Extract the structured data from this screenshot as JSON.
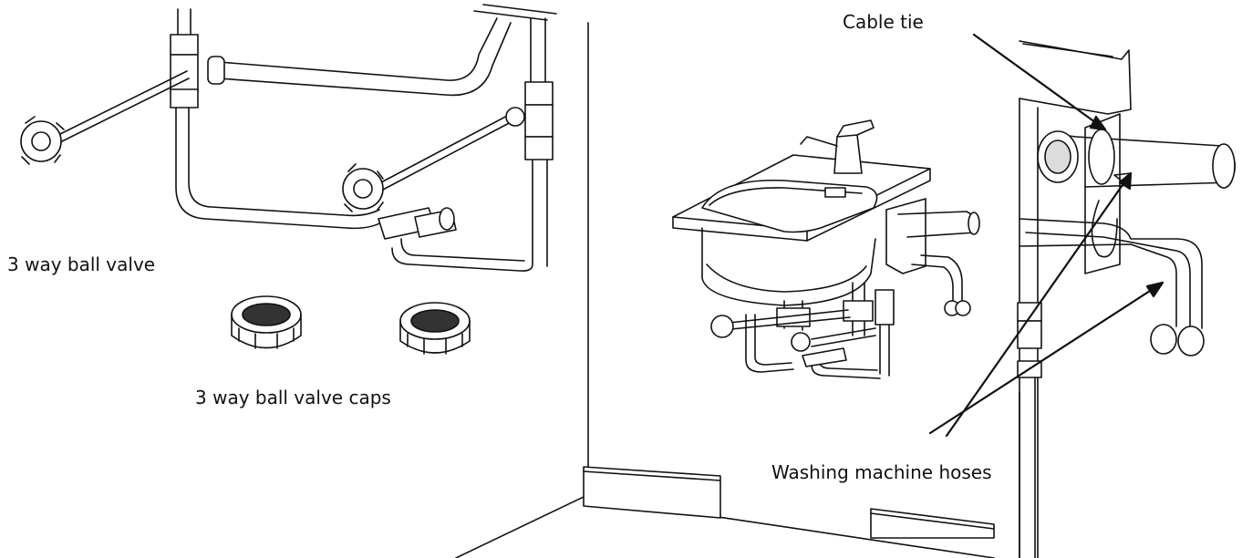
{
  "labels": {
    "three_way_ball_valve": "3 way ball valve",
    "three_way_ball_valve_caps": "3 way ball valve caps",
    "cable_tie": "Cable tie",
    "washing_machine_hoses": "Washing machine hoses"
  },
  "colors": {
    "ink": "#111111",
    "fill": "#ffffff",
    "shade": "#dcdcdc"
  }
}
